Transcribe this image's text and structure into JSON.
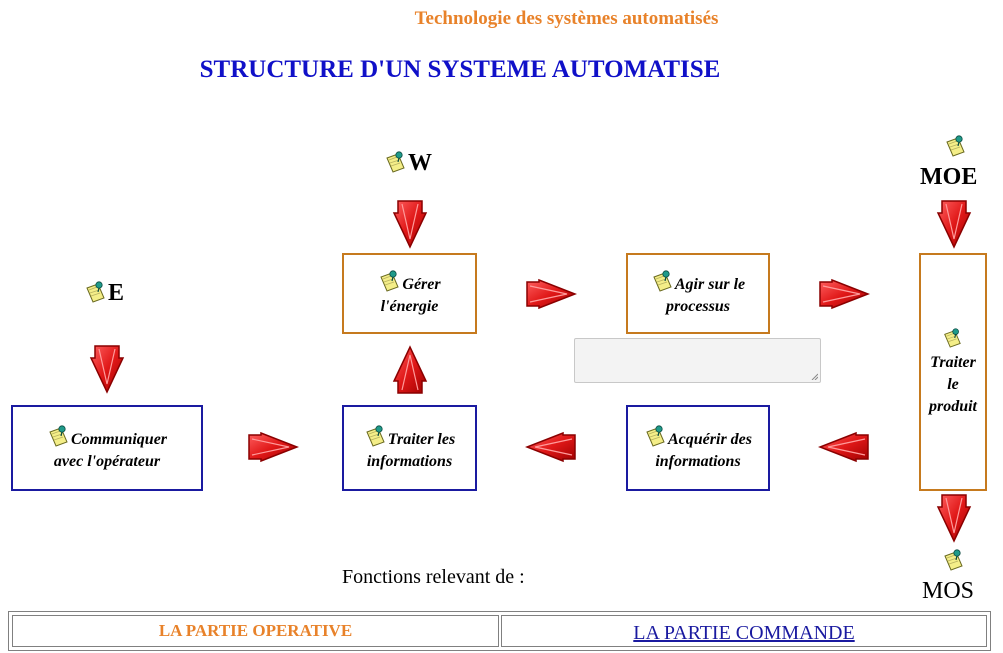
{
  "header": {
    "subtitle": "Technologie des systèmes automatisés",
    "title": "STRUCTURE D'UN SYSTEME AUTOMATISE"
  },
  "inputs": {
    "e": "E",
    "w": "W",
    "moe": "MOE",
    "mos": "MOS"
  },
  "functions": {
    "communiquer": [
      "Communiquer",
      "avec l'opérateur"
    ],
    "traiter_info": [
      "Traiter les",
      "informations"
    ],
    "gerer_energie": [
      "Gérer",
      "l'énergie"
    ],
    "agir": [
      "Agir sur le",
      "processus"
    ],
    "acquerir": [
      "Acquérir des",
      "informations"
    ],
    "traiter_produit": [
      "Traiter",
      "le",
      "produit"
    ]
  },
  "footer": {
    "label": "Fonctions relevant de :",
    "partie_operative": "LA PARTIE OPERATIVE",
    "partie_commande": "LA PARTIE COMMANDE"
  },
  "colors": {
    "orange": "#e8822a",
    "blue": "#1010c8",
    "arrow_red": "#e01818",
    "note_yellow": "#f4ee88"
  },
  "icons": {
    "note": "sticky-note-pin-icon",
    "arrow": "red-arrow-icon"
  }
}
